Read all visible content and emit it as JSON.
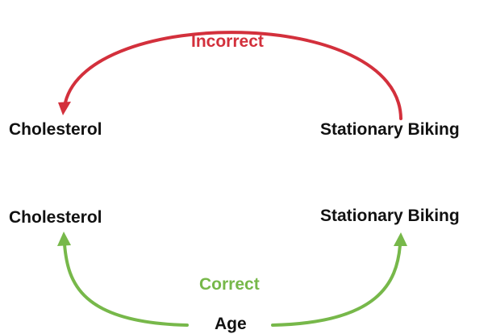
{
  "colors": {
    "incorrect": "#d3303c",
    "correct": "#77b84a",
    "text": "#111111"
  },
  "incorrect_diagram": {
    "label": "Incorrect",
    "left_node": "Cholesterol",
    "right_node": "Stationary Biking"
  },
  "correct_diagram": {
    "label": "Correct",
    "left_node": "Cholesterol",
    "right_node": "Stationary Biking",
    "bottom_node": "Age"
  }
}
